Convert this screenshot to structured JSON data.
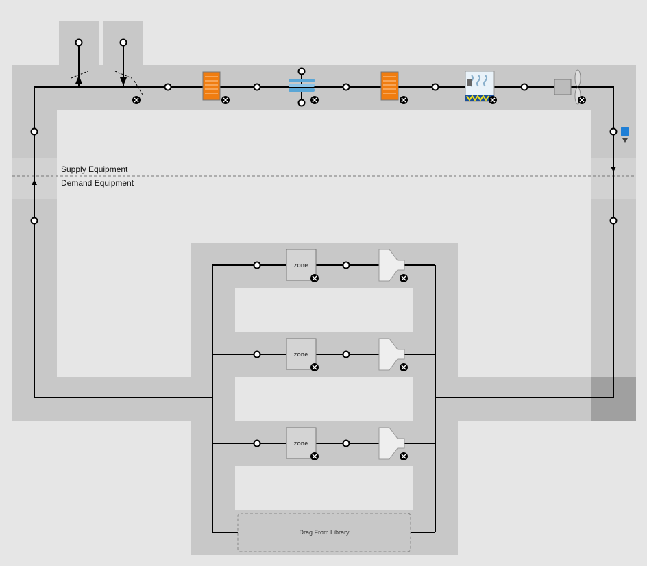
{
  "labels": {
    "supply": "Supply Equipment",
    "demand": "Demand Equipment",
    "drag": "Drag From Library"
  },
  "zones": [
    {
      "label": "zone"
    },
    {
      "label": "zone"
    },
    {
      "label": "zone"
    }
  ],
  "icons": {
    "heating_coil": "heating-coil-icon",
    "cooling_coil": "cooling-coil-icon",
    "humidifier": "humidifier-icon",
    "fan": "fan-icon",
    "setpoint_manager": "setpoint-manager-icon",
    "damper": "outdoor-air-damper-icon",
    "terminal": "air-terminal-icon",
    "remove": "remove-icon"
  },
  "colors": {
    "background": "#e6e6e6",
    "loop_band": "#c8c8c8",
    "loop_line": "#000000",
    "heater": "#f07d10",
    "cooling": "#5aa6d6",
    "setpoint": "#1f7fd6"
  }
}
